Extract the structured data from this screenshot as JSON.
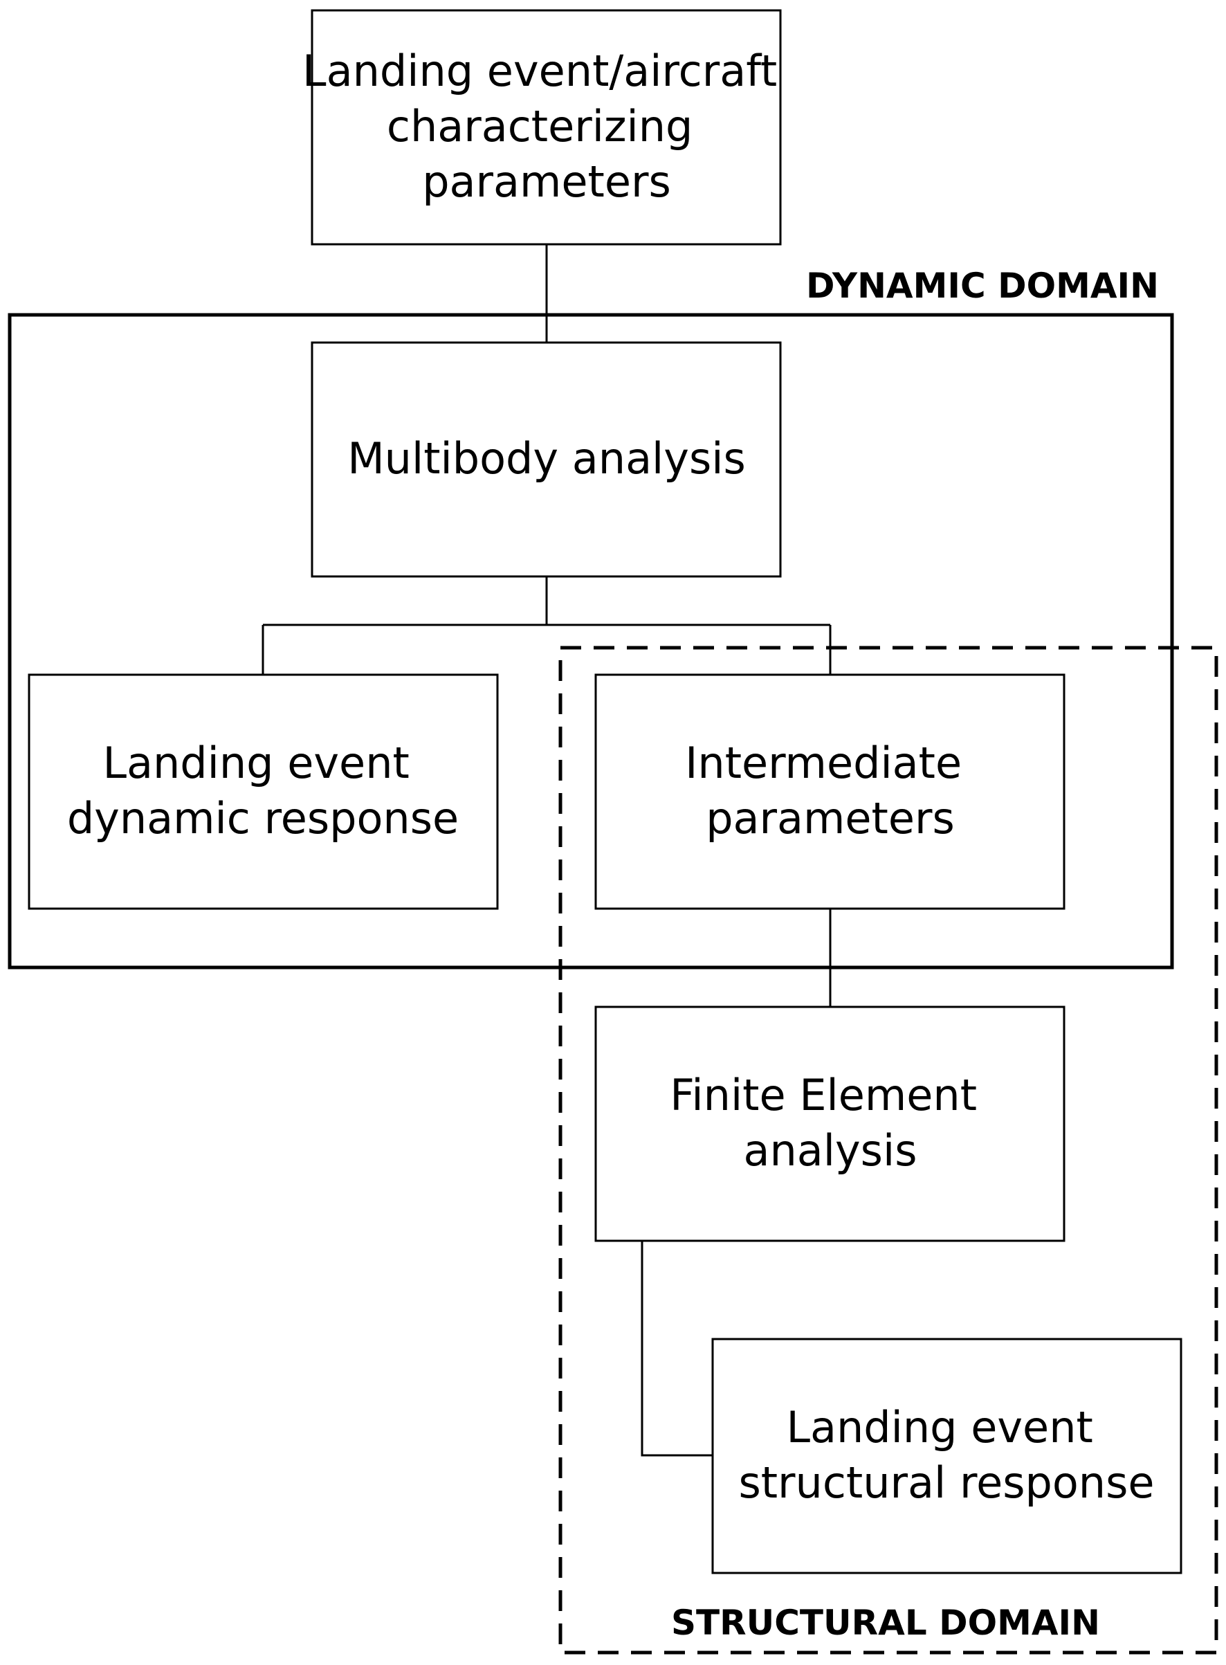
{
  "domains": {
    "dynamic": {
      "label": "DYNAMIC DOMAIN"
    },
    "structural": {
      "label": "STRUCTURAL DOMAIN"
    }
  },
  "nodes": {
    "landing_params": {
      "lines": [
        "Landing event/aircraft",
        "characterizing",
        "parameters"
      ]
    },
    "multibody": {
      "lines": [
        "Multibody analysis"
      ]
    },
    "dynamic_response": {
      "lines": [
        "Landing event",
        "dynamic response"
      ]
    },
    "intermediate": {
      "lines": [
        "Intermediate",
        "parameters"
      ]
    },
    "fea": {
      "lines": [
        "Finite Element",
        "analysis"
      ]
    },
    "structural_response": {
      "lines": [
        "Landing event",
        "structural response"
      ]
    }
  },
  "colors": {
    "stroke": "#000000",
    "background": "#ffffff"
  }
}
